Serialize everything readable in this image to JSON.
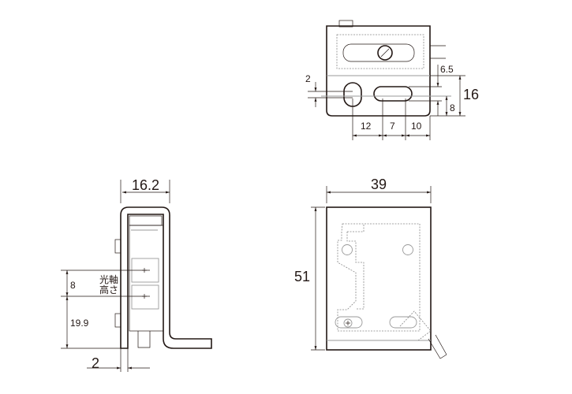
{
  "top_view": {
    "dims": {
      "d2": "2",
      "d6_5": "6.5",
      "d16": "16",
      "d8": "8",
      "d12": "12",
      "d7": "7",
      "d10": "10"
    }
  },
  "side_view": {
    "dims": {
      "width": "16.2",
      "axis_offset": "8",
      "axis_height": "19.9",
      "thickness": "2"
    },
    "axis_label_1": "光軸",
    "axis_label_2": "高さ"
  },
  "front_view": {
    "dims": {
      "width": "39",
      "height": "51"
    }
  }
}
